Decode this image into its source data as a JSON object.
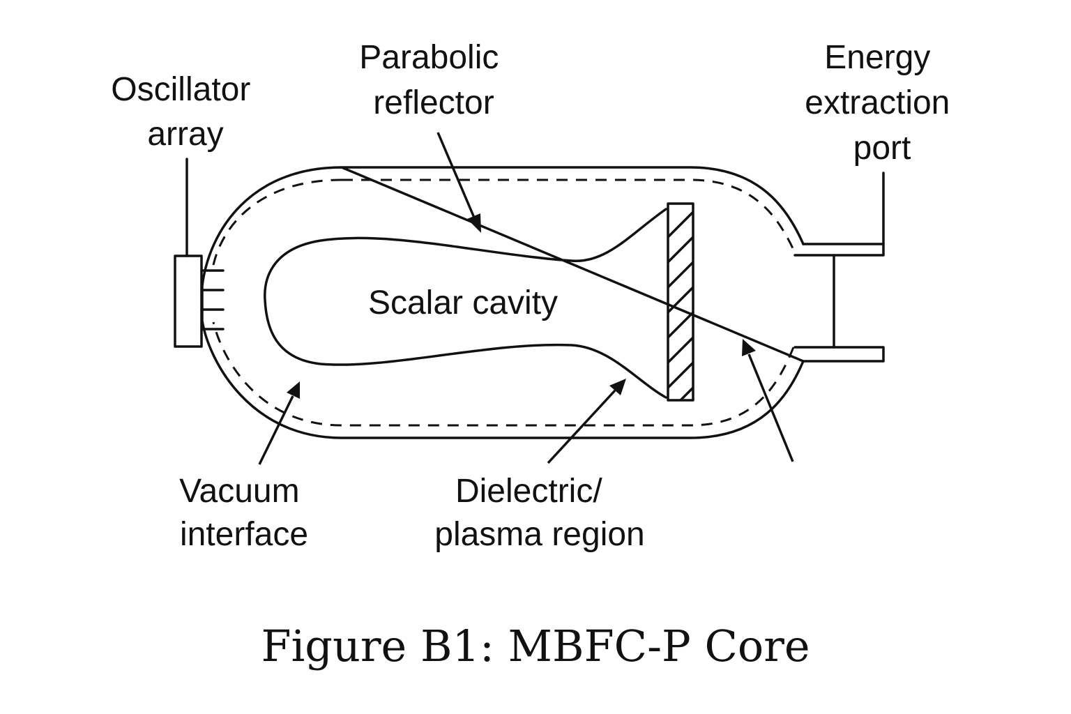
{
  "labels": {
    "oscillator_array": [
      "Oscillator",
      "array"
    ],
    "parabolic_reflector": [
      "Parabolic",
      "reflector"
    ],
    "energy_extraction_port": [
      "Energy",
      "extraction",
      "port"
    ],
    "scalar_cavity": "Scalar cavity",
    "vacuum_interface": [
      "Vacuum",
      "interface"
    ],
    "dielectric_plasma_region": [
      "Dielectric/",
      "plasma region"
    ]
  },
  "caption": "Figure B1: MBFC-P Core"
}
